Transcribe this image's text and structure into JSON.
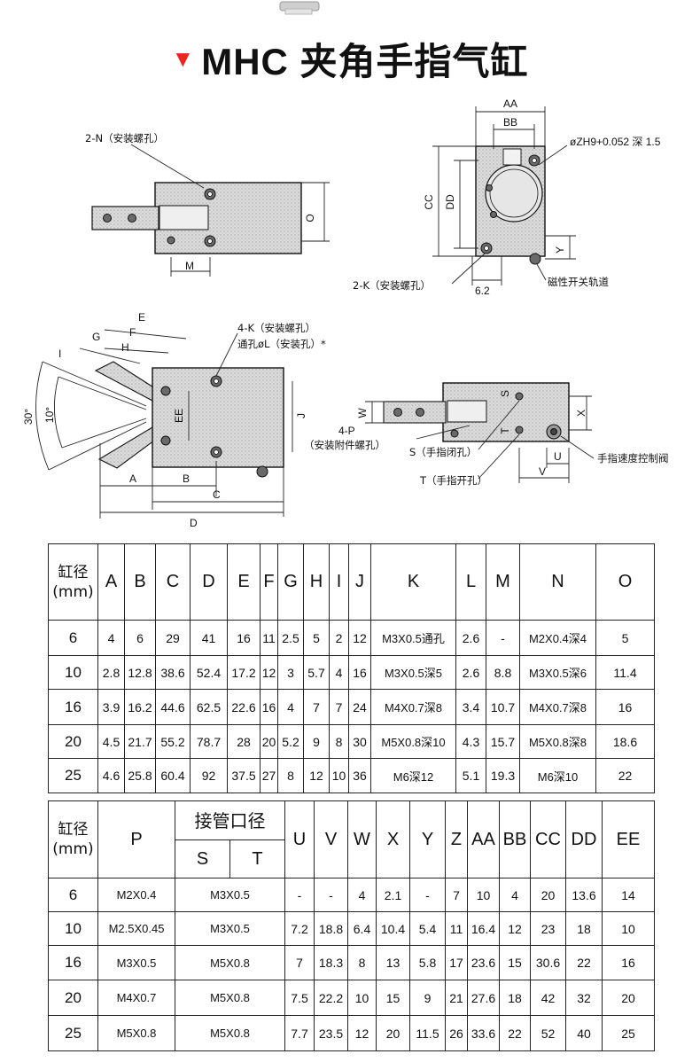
{
  "title": {
    "marker": "▼",
    "text": "MHC 夹角手指气缸"
  },
  "drawing": {
    "labels": {
      "two_n": "2-N（安装螺孔）",
      "two_k": "2-K（安装螺孔）",
      "four_k": "4-K（安装螺孔）",
      "through_hole": "通孔øL（安装孔）*",
      "four_p": "4-P",
      "accessory": "（安装附件螺孔）",
      "s_port": "S（手指闭孔）",
      "t_port": "T（手指开孔）",
      "magnetic": "磁性开关轨道",
      "speed": "手指速度控制阀",
      "zh": "øZH9+0.052 深 1.5",
      "six_two": "6.2",
      "deg30": "30°",
      "deg10": "10°",
      "m": "M",
      "o": "O",
      "aa": "AA",
      "bb": "BB",
      "cc": "CC",
      "dd": "DD",
      "y": "Y",
      "a": "A",
      "b": "B",
      "c": "C",
      "d": "D",
      "e": "E",
      "f": "F",
      "g": "G",
      "h": "H",
      "i": "I",
      "ee": "EE",
      "j": "J",
      "w": "W",
      "x": "X",
      "u": "U",
      "v": "V",
      "s": "S",
      "t": "T"
    }
  },
  "table1": {
    "headers": {
      "bore": "缸径\n(mm)",
      "cols": [
        "A",
        "B",
        "C",
        "D",
        "E",
        "F",
        "G",
        "H",
        "I",
        "J",
        "K",
        "L",
        "M",
        "N",
        "O"
      ]
    },
    "rows": [
      [
        "6",
        "4",
        "6",
        "29",
        "41",
        "16",
        "11",
        "2.5",
        "5",
        "2",
        "12",
        "M3X0.5通孔",
        "2.6",
        "-",
        "M2X0.4深4",
        "5"
      ],
      [
        "10",
        "2.8",
        "12.8",
        "38.6",
        "52.4",
        "17.2",
        "12",
        "3",
        "5.7",
        "4",
        "16",
        "M3X0.5深5",
        "2.6",
        "8.8",
        "M3X0.5深6",
        "11.4"
      ],
      [
        "16",
        "3.9",
        "16.2",
        "44.6",
        "62.5",
        "22.6",
        "16",
        "4",
        "7",
        "7",
        "24",
        "M4X0.7深8",
        "3.4",
        "10.7",
        "M4X0.7深8",
        "16"
      ],
      [
        "20",
        "4.5",
        "21.7",
        "55.2",
        "78.7",
        "28",
        "20",
        "5.2",
        "9",
        "8",
        "30",
        "M5X0.8深10",
        "4.3",
        "15.7",
        "M5X0.8深8",
        "18.6"
      ],
      [
        "25",
        "4.6",
        "25.8",
        "60.4",
        "92",
        "37.5",
        "27",
        "8",
        "12",
        "10",
        "36",
        "M6深12",
        "5.1",
        "19.3",
        "M6深10",
        "22"
      ]
    ]
  },
  "table2": {
    "headers": {
      "bore": "缸径\n(mm)",
      "p": "P",
      "port_group": "接管口径",
      "s": "S",
      "t": "T",
      "cols": [
        "U",
        "V",
        "W",
        "X",
        "Y",
        "Z",
        "AA",
        "BB",
        "CC",
        "DD",
        "EE"
      ]
    },
    "rows": [
      [
        "6",
        "M2X0.4",
        "M3X0.5",
        "-",
        "-",
        "4",
        "2.1",
        "-",
        "7",
        "10",
        "4",
        "20",
        "13.6",
        "14"
      ],
      [
        "10",
        "M2.5X0.45",
        "M3X0.5",
        "7.2",
        "18.8",
        "6.4",
        "10.4",
        "5.4",
        "11",
        "16.4",
        "12",
        "23",
        "18",
        "10"
      ],
      [
        "16",
        "M3X0.5",
        "M5X0.8",
        "7",
        "18.3",
        "8",
        "13",
        "5.8",
        "17",
        "23.6",
        "15",
        "30.6",
        "22",
        "16"
      ],
      [
        "20",
        "M4X0.7",
        "M5X0.8",
        "7.5",
        "22.2",
        "10",
        "15",
        "9",
        "21",
        "27.6",
        "18",
        "42",
        "32",
        "20"
      ],
      [
        "25",
        "M5X0.8",
        "M5X0.8",
        "7.7",
        "23.5",
        "12",
        "20",
        "11.5",
        "26",
        "33.6",
        "22",
        "52",
        "40",
        "25"
      ]
    ]
  }
}
